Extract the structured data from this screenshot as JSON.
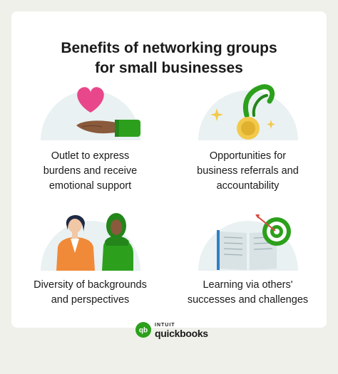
{
  "title": {
    "line1": "Benefits of networking groups",
    "line2": "for small businesses"
  },
  "benefits": [
    {
      "icon": "heart-hand-icon",
      "lines": [
        "Outlet to express",
        "burdens and receive",
        "emotional support"
      ]
    },
    {
      "icon": "medal-icon",
      "lines": [
        "Opportunities for",
        "business referrals and",
        "accountability"
      ]
    },
    {
      "icon": "diverse-people-icon",
      "lines": [
        "Diversity of backgrounds",
        "and perspectives"
      ]
    },
    {
      "icon": "book-target-icon",
      "lines": [
        "Learning via others'",
        "successes and challenges"
      ]
    }
  ],
  "logo": {
    "brand": "INTUIT",
    "product": "quickbooks",
    "mark": "qb"
  },
  "colors": {
    "background": "#eef0e9",
    "card": "#ffffff",
    "accent_green": "#2ca01c",
    "heart": "#e8478b",
    "skin_dark": "#8a5a3c",
    "gold": "#f3c94b",
    "arc": "#e9f1f2"
  }
}
